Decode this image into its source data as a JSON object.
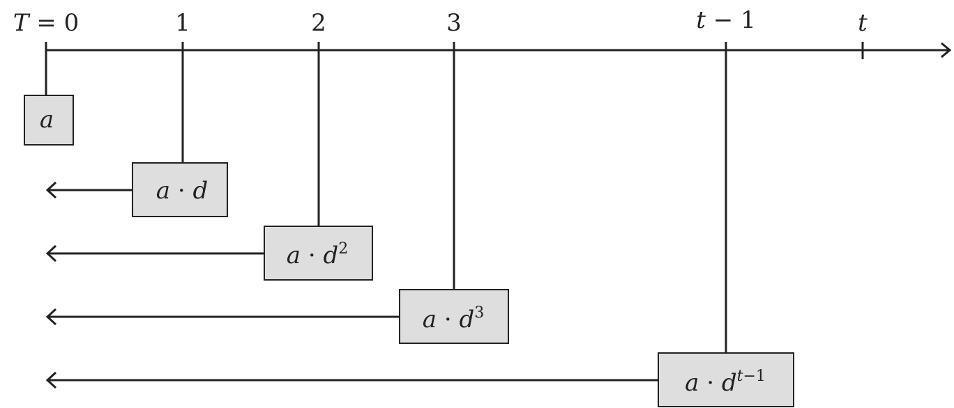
{
  "timeline": {
    "ticks": [
      {
        "id": "t0",
        "prefix": "T",
        "eq": " = ",
        "value": "0"
      },
      {
        "id": "t1",
        "value": "1"
      },
      {
        "id": "t2",
        "value": "2"
      },
      {
        "id": "t3",
        "value": "3"
      },
      {
        "id": "tm1",
        "var": "t",
        "op": " − ",
        "value": "1"
      },
      {
        "id": "t",
        "var": "t"
      }
    ]
  },
  "boxes": [
    {
      "id": "b0",
      "base": "a"
    },
    {
      "id": "b1",
      "base": "a",
      "dot": " · ",
      "var": "d"
    },
    {
      "id": "b2",
      "base": "a",
      "dot": " · ",
      "var": "d",
      "exp": "2"
    },
    {
      "id": "b3",
      "base": "a",
      "dot": " · ",
      "var": "d",
      "exp": "3"
    },
    {
      "id": "b4",
      "base": "a",
      "dot": " · ",
      "var": "d",
      "exp_var": "t",
      "exp_op": "−",
      "exp_num": "1"
    }
  ]
}
